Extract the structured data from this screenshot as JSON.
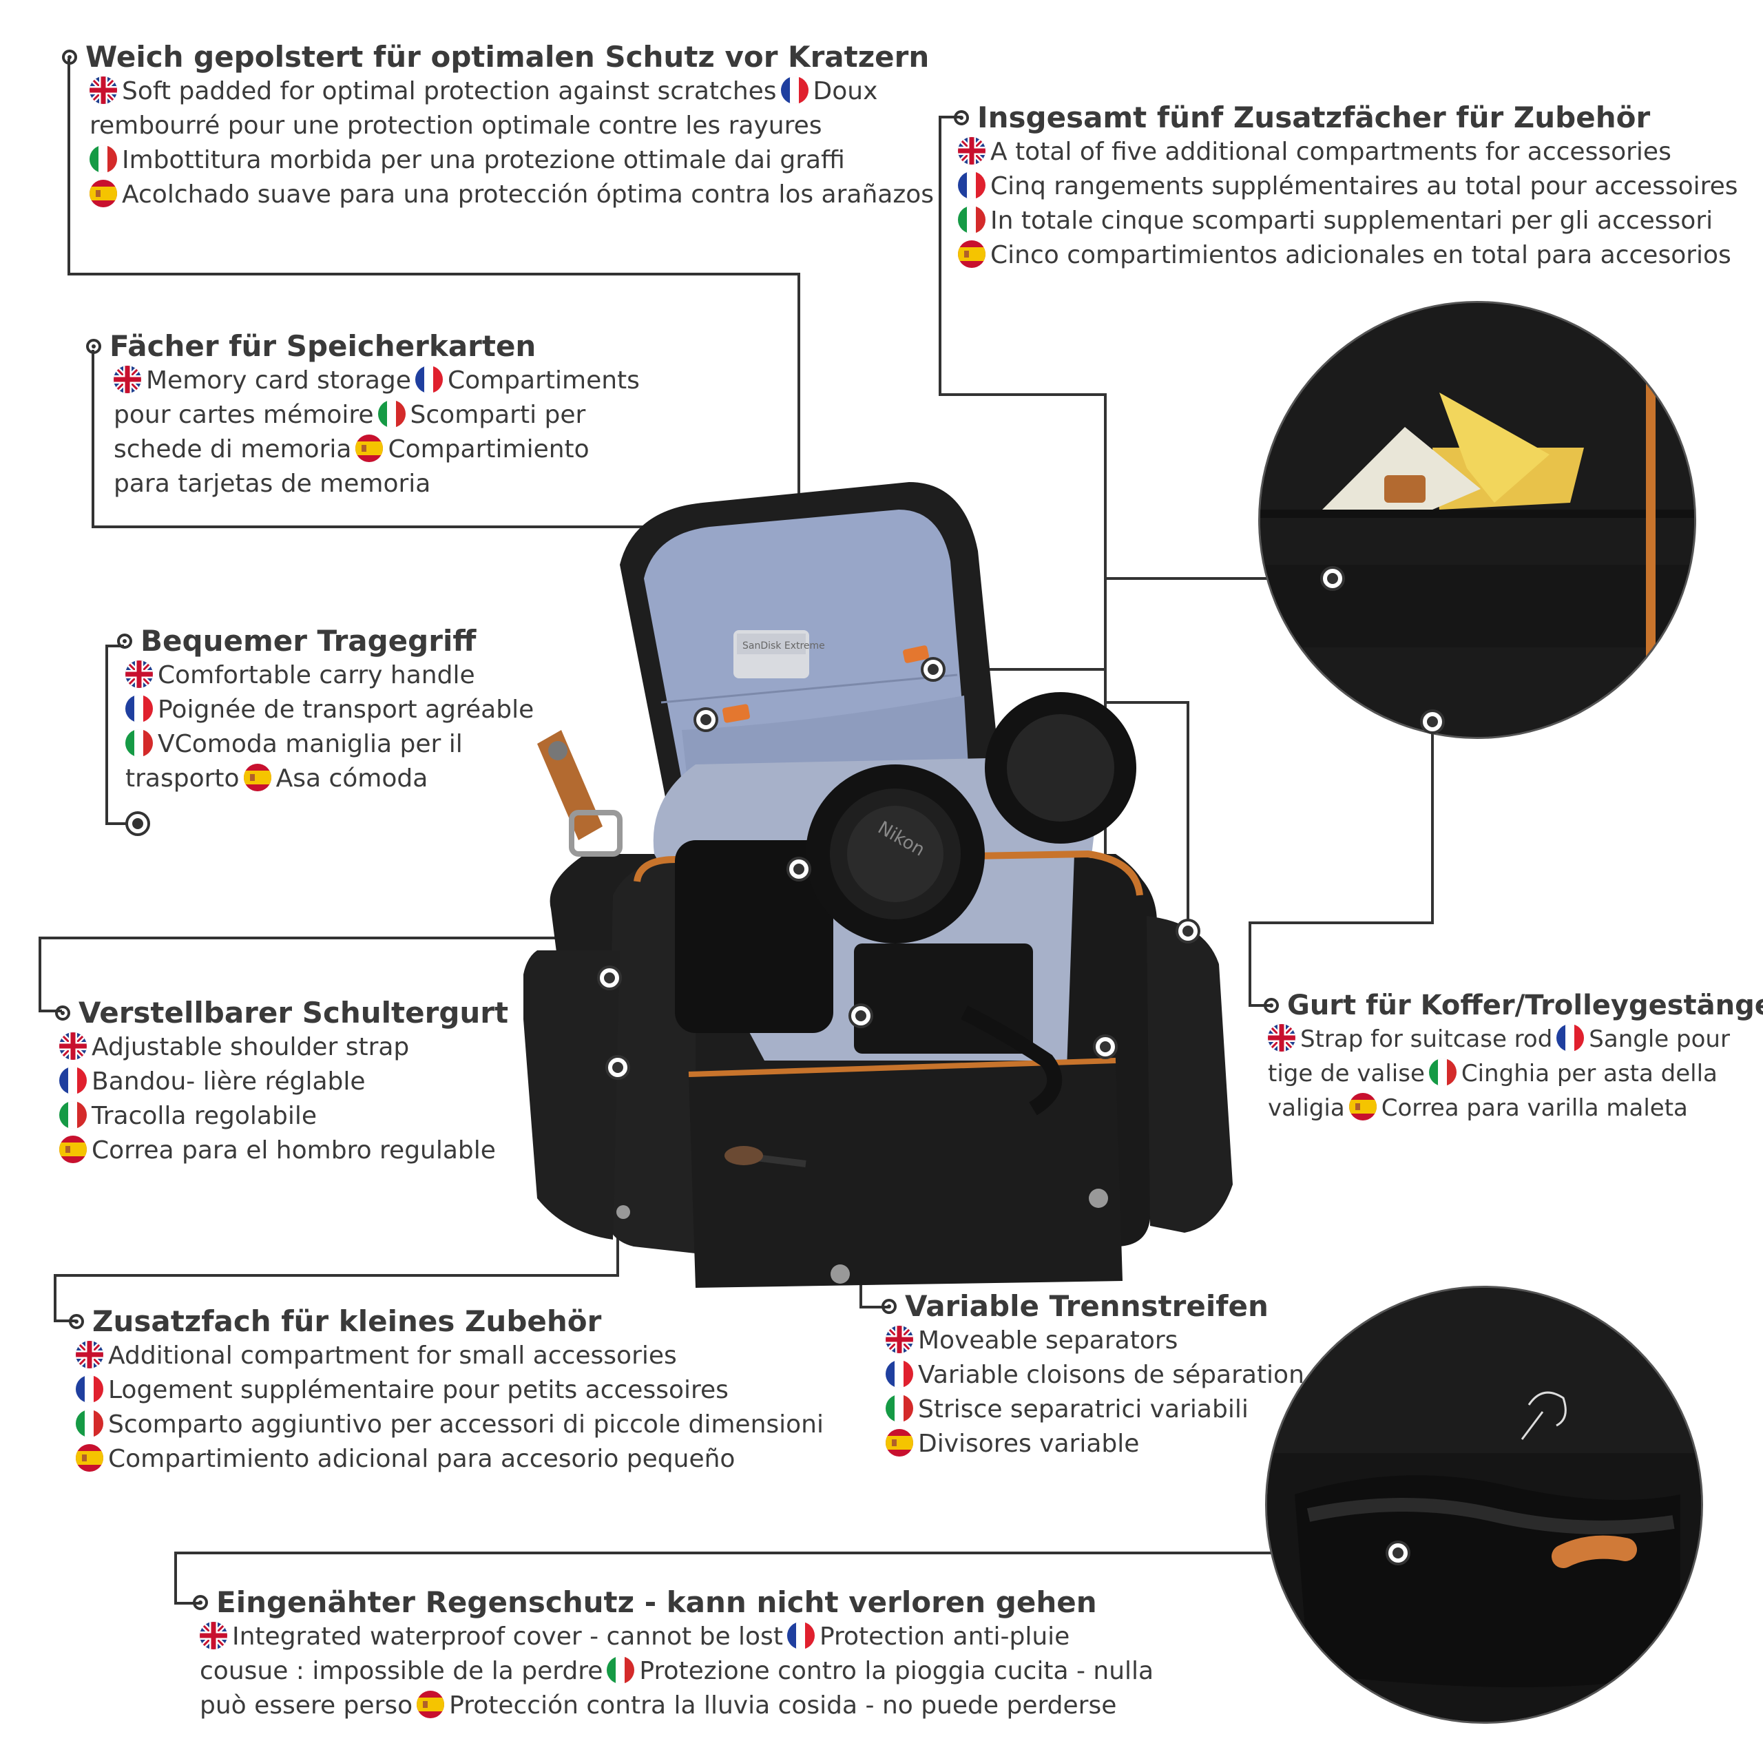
{
  "annotations": {
    "padding": {
      "title": "Weich gepolstert für optimalen Schutz vor Kratzern",
      "lines": [
        [
          {
            "flag": "uk",
            "text": "Soft padded for optimal protection against scratches"
          },
          {
            "flag": "fr",
            "text": "Doux"
          }
        ],
        [
          {
            "flag": "",
            "text": "rembourré pour une protection optimale contre les rayures"
          }
        ],
        [
          {
            "flag": "it",
            "text": "Imbottitura morbida per una protezione ottimale dai graffi"
          }
        ],
        [
          {
            "flag": "es",
            "text": "Acolchado suave para una protección óptima contra los arañazos"
          }
        ]
      ]
    },
    "memory_cards": {
      "title": "Fächer für Speicherkarten",
      "lines": [
        [
          {
            "flag": "uk",
            "text": "Memory card storage"
          },
          {
            "flag": "fr",
            "text": "Compartiments"
          }
        ],
        [
          {
            "flag": "",
            "text": "pour cartes mémoire"
          },
          {
            "flag": "it",
            "text": "Scomparti per"
          }
        ],
        [
          {
            "flag": "",
            "text": "schede di memoria"
          },
          {
            "flag": "es",
            "text": "Compartimiento"
          }
        ],
        [
          {
            "flag": "",
            "text": "para tarjetas de memoria"
          }
        ]
      ]
    },
    "handle": {
      "title": "Bequemer Tragegriff",
      "lines": [
        [
          {
            "flag": "uk",
            "text": "Comfortable carry handle"
          }
        ],
        [
          {
            "flag": "fr",
            "text": "Poignée de transport agréable"
          }
        ],
        [
          {
            "flag": "it",
            "text": "VComoda maniglia per il"
          }
        ],
        [
          {
            "flag": "",
            "text": "trasporto"
          },
          {
            "flag": "es",
            "text": "Asa cómoda"
          }
        ]
      ]
    },
    "shoulder_strap": {
      "title": "Verstellbarer Schultergurt",
      "lines": [
        [
          {
            "flag": "uk",
            "text": "Adjustable shoulder strap"
          }
        ],
        [
          {
            "flag": "fr",
            "text": "Bandou- lière réglable"
          }
        ],
        [
          {
            "flag": "it",
            "text": "Tracolla regolabile"
          }
        ],
        [
          {
            "flag": "es",
            "text": "Correa para el hombro regulable"
          }
        ]
      ]
    },
    "small_accessories": {
      "title": "Zusatzfach für kleines Zubehör",
      "lines": [
        [
          {
            "flag": "uk",
            "text": "Additional compartment for small accessories"
          }
        ],
        [
          {
            "flag": "fr",
            "text": "Logement supplémentaire pour petits accessoires"
          }
        ],
        [
          {
            "flag": "it",
            "text": "Scomparto aggiuntivo per accessori di piccole dimensioni"
          }
        ],
        [
          {
            "flag": "es",
            "text": "Compartimiento adicional para accesorio pequeño"
          }
        ]
      ]
    },
    "compartments": {
      "title": "Insgesamt fünf Zusatzfächer für Zubehör",
      "lines": [
        [
          {
            "flag": "uk",
            "text": "A total of five additional compartments for accessories"
          }
        ],
        [
          {
            "flag": "fr",
            "text": "Cinq rangements supplémentaires au total pour accessoires"
          }
        ],
        [
          {
            "flag": "it",
            "text": "In totale cinque scomparti supplementari per gli accessori"
          }
        ],
        [
          {
            "flag": "es",
            "text": "Cinco compartimientos adicionales en total para accesorios"
          }
        ]
      ]
    },
    "trolley": {
      "title": "Gurt für Koffer/Trolleygestänge",
      "lines": [
        [
          {
            "flag": "uk",
            "text": "Strap for suitcase rod"
          },
          {
            "flag": "fr",
            "text": "Sangle pour"
          }
        ],
        [
          {
            "flag": "",
            "text": "tige de valise"
          },
          {
            "flag": "it",
            "text": "Cinghia per asta della"
          }
        ],
        [
          {
            "flag": "",
            "text": "valigia"
          },
          {
            "flag": "es",
            "text": "Correa para varilla maleta"
          }
        ]
      ]
    },
    "separators": {
      "title": "Variable Trennstreifen",
      "lines": [
        [
          {
            "flag": "uk",
            "text": "Moveable separators"
          }
        ],
        [
          {
            "flag": "fr",
            "text": "Variable cloisons de séparation"
          }
        ],
        [
          {
            "flag": "it",
            "text": "Strisce separatrici variabili"
          }
        ],
        [
          {
            "flag": "es",
            "text": "Divisores variable"
          }
        ]
      ]
    },
    "rain_cover": {
      "title": "Eingenähter Regenschutz - kann nicht verloren gehen",
      "lines": [
        [
          {
            "flag": "uk",
            "text": "Integrated waterproof cover - cannot be lost"
          },
          {
            "flag": "fr",
            "text": "Protection anti-pluie"
          }
        ],
        [
          {
            "flag": "",
            "text": "cousue : impossible de la perdre"
          },
          {
            "flag": "it",
            "text": "Protezione contro la pioggia cucita - nulla"
          }
        ],
        [
          {
            "flag": "",
            "text": "può essere perso"
          },
          {
            "flag": "es",
            "text": "Protección contra la lluvia cosida - no puede perderse"
          }
        ]
      ]
    }
  },
  "product": {
    "lens_cap_label": "Nikon",
    "card_label": "SanDisk Extreme"
  },
  "colors": {
    "text": "#3a3a3a",
    "bag_body": "#1c1c1c",
    "lining": "#9aa7c6",
    "trim": "#c8742c",
    "connector": "#333333"
  }
}
